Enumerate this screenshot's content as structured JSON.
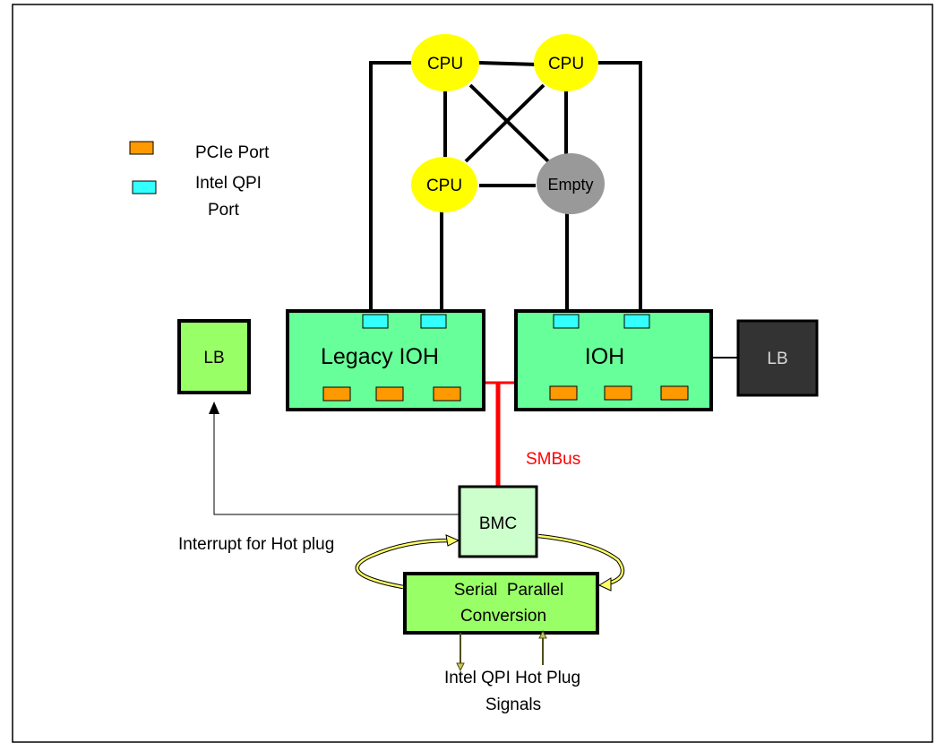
{
  "legend": {
    "pcie_label": "PCIe  Port",
    "qpi_label_line1": "Intel QPI",
    "qpi_label_line2": "Port"
  },
  "nodes": {
    "cpu_top_left": "CPU",
    "cpu_top_right": "CPU",
    "cpu_bottom_left": "CPU",
    "empty_socket": "Empty",
    "legacy_ioh": "Legacy IOH",
    "ioh": "IOH",
    "lb_left": "LB",
    "lb_right": "LB",
    "bmc": "BMC",
    "conversion_line1": "Serial  Parallel",
    "conversion_line2": "Conversion"
  },
  "labels": {
    "smbus": "SMBus",
    "interrupt": "Interrupt for Hot plug",
    "signals_line1": "Intel QPI Hot Plug",
    "signals_line2": "Signals"
  },
  "colors": {
    "cpu": "#ffff00",
    "empty": "#999999",
    "ioh": "#66ff99",
    "lb_left": "#99ff66",
    "lb_right": "#333333",
    "bmc": "#ccffcc",
    "conversion": "#99ff66",
    "pcie_port": "#ff9900",
    "qpi_port": "#33ffff",
    "smbus": "#ff0000"
  }
}
